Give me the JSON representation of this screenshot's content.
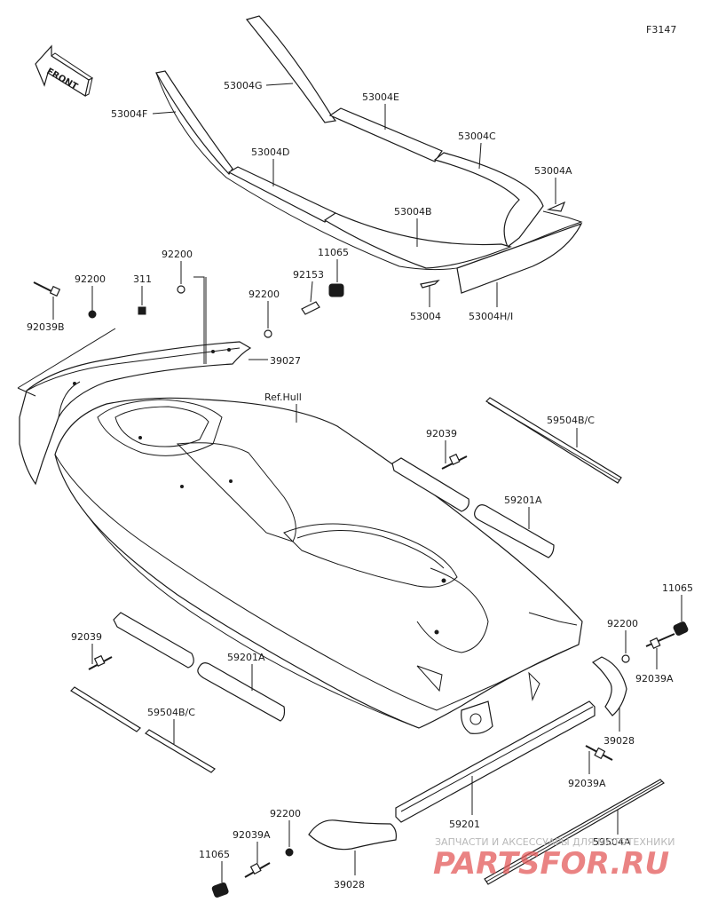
{
  "figure_code": "F3147",
  "front_marker": "FRONT",
  "ref_label": "Ref.Hull",
  "parts": {
    "p53004G": "53004G",
    "p53004E": "53004E",
    "p53004F": "53004F",
    "p53004D": "53004D",
    "p53004C": "53004C",
    "p53004A": "53004A",
    "p53004B": "53004B",
    "p53004": "53004",
    "p53004HI": "53004H/I",
    "p11065_top": "11065",
    "p92200_a": "92200",
    "p311": "311",
    "p92200_b": "92200",
    "p92153": "92153",
    "p92200_c": "92200",
    "p92039B": "92039B",
    "p39027": "39027",
    "p92039_r": "92039",
    "p59504BC_r": "59504B/C",
    "p59201A_r": "59201A",
    "p11065_r": "11065",
    "p92200_r": "92200",
    "p92039A_r": "92039A",
    "p39028_r": "39028",
    "p92039A_r2": "92039A",
    "p59201": "59201",
    "p59504A": "59504A",
    "p92039_l": "92039",
    "p59201A_l": "59201A",
    "p59504BC_l": "59504B/C",
    "p92200_bot": "92200",
    "p92039A_bot": "92039A",
    "p11065_bot": "11065",
    "p39028_bot": "39028"
  },
  "watermark": {
    "caption": "ЗАПЧАСТИ И АКСЕССУАРЫ ДЛЯ МОТОТЕХНИКИ",
    "brand": "PARTSFOR.RU"
  }
}
